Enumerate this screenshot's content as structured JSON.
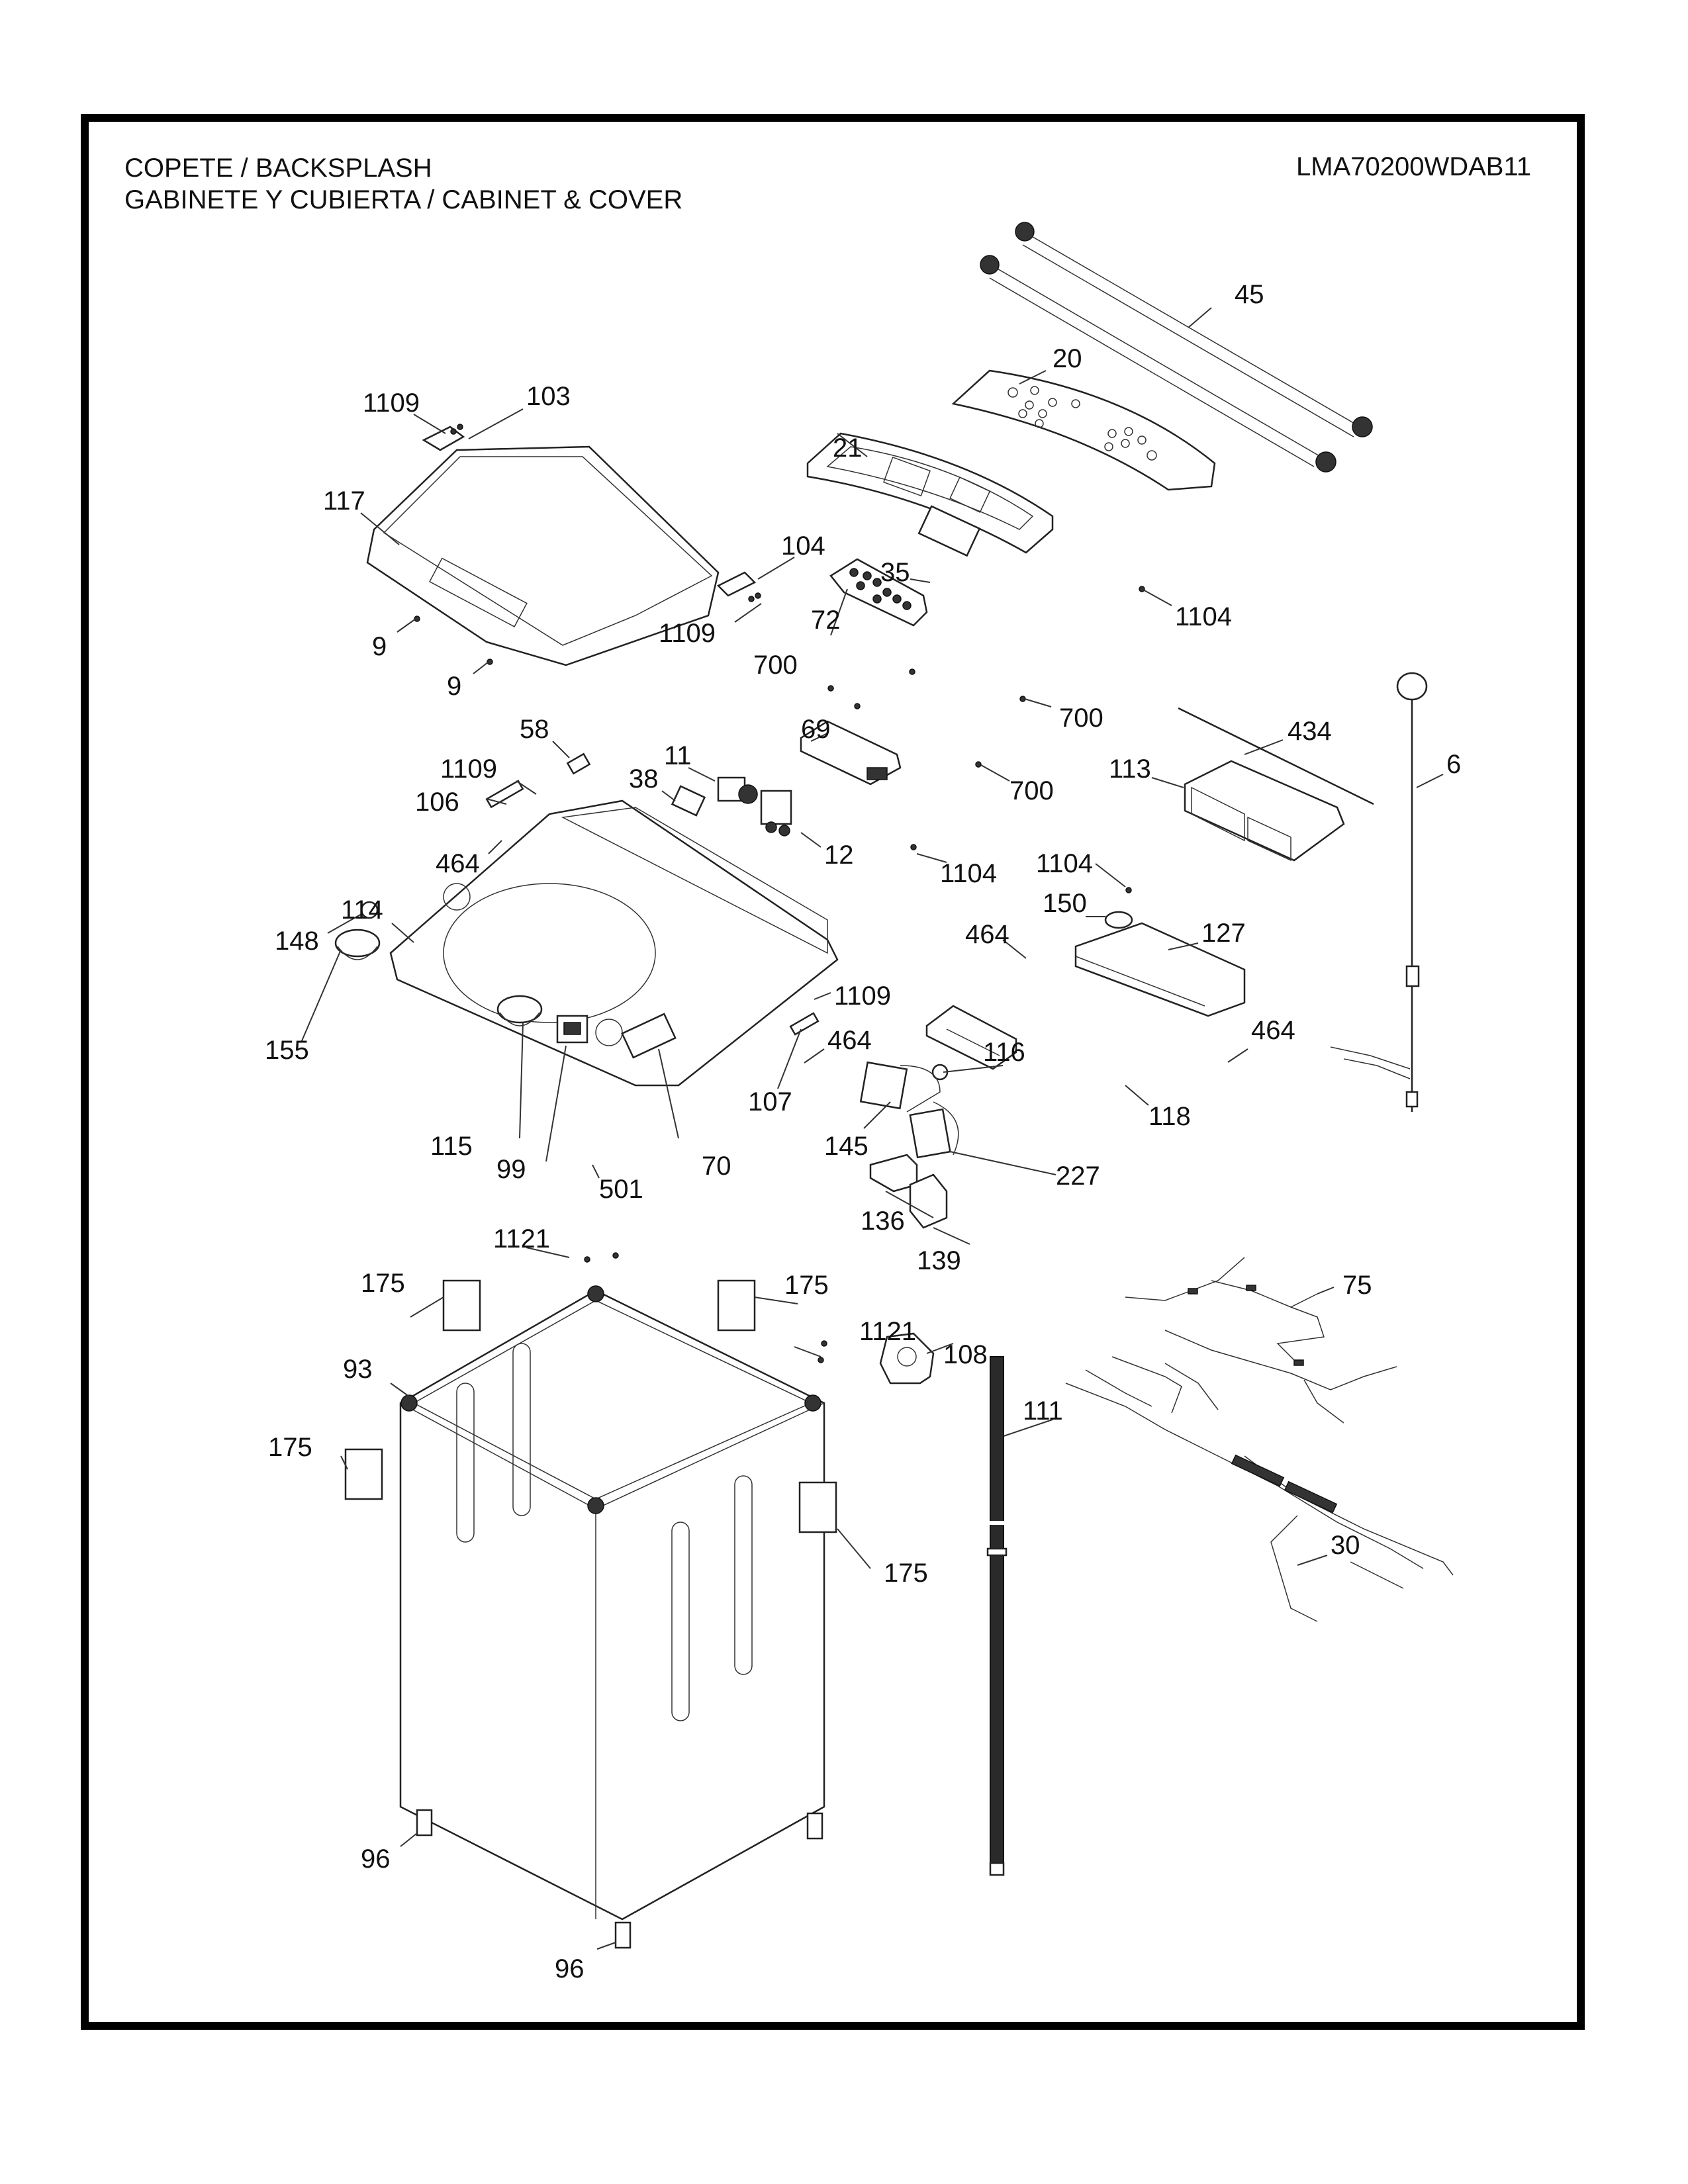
{
  "header": {
    "title_line1": "COPETE / BACKSPLASH",
    "title_line2": "GABINETE Y CUBIERTA / CABINET & COVER",
    "model_number": "LMA70200WDAB11"
  },
  "callouts": {
    "c1109a": "1109",
    "c103": "103",
    "c117": "117",
    "c104": "104",
    "c1109b": "1109",
    "c9a": "9",
    "c9b": "9",
    "c45": "45",
    "c20": "20",
    "c21": "21",
    "c35": "35",
    "c1104a": "1104",
    "c72": "72",
    "c700a": "700",
    "c700b": "700",
    "c69": "69",
    "c700c": "700",
    "c434": "434",
    "c6": "6",
    "c113": "113",
    "c58": "58",
    "c1109c": "1109",
    "c11": "11",
    "c38": "38",
    "c106": "106",
    "c12": "12",
    "c464a": "464",
    "c1104b": "1104",
    "c1104c": "1104",
    "c150": "150",
    "c114": "114",
    "c148": "148",
    "c464b": "464",
    "c127": "127",
    "c155": "155",
    "c1109d": "1109",
    "c464c": "464",
    "c116": "116",
    "c464d": "464",
    "c107": "107",
    "c118": "118",
    "c115": "115",
    "c145": "145",
    "c70": "70",
    "c99": "99",
    "c227": "227",
    "c501": "501",
    "c136": "136",
    "c139": "139",
    "c1121a": "1121",
    "c175a": "175",
    "c175b": "175",
    "c1121b": "1121",
    "c108": "108",
    "c75": "75",
    "c93": "93",
    "c111": "111",
    "c175c": "175",
    "c175d": "175",
    "c30": "30",
    "c96a": "96",
    "c96b": "96"
  }
}
